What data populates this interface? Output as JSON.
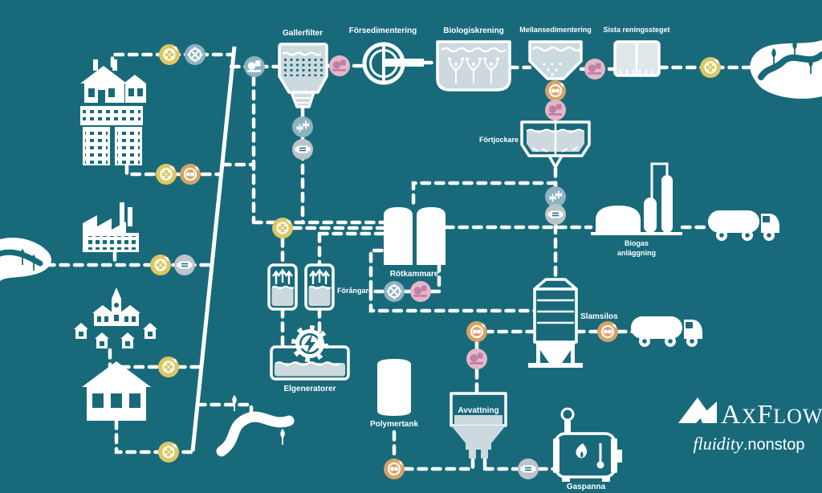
{
  "diagram": {
    "stages": {
      "gallerfilter": "Gallerfilter",
      "forsedimentering": "Försedimentering",
      "biologisk_rening": "Biologiskrening",
      "mellansedimentering": "Mellansedimentering",
      "sista_reningssteget": "Sista reningssteget",
      "fortjockare": "Förtjockare",
      "rotkammare": "Rötkammare",
      "forangare": "Förångare",
      "elgeneratorer": "Elgeneratorer",
      "biogas_anlaggning_line1": "Biogas",
      "biogas_anlaggning_line2": "anläggning",
      "slamsilos": "Slamsilos",
      "polymertank": "Polymertank",
      "avvattning": "Avvattning",
      "gaspanna": "Gaspanna"
    },
    "icons": {
      "grinder-icon": "#dcc763",
      "compressor-icon": "#dcc763",
      "valve-icon": "#8fb2c1",
      "chopper-pump-icon": "#8fb2c1",
      "macerator-icon": "#8fb2c1",
      "pump-icon": "#e5b6c9",
      "lobe-pump-icon": "#d8a264",
      "flow-meter-icon": "#bdc4c8"
    },
    "colors": {
      "background": "#186a7b",
      "line": "#ffffff",
      "tank_fill": "#ccd9df",
      "grinder_yellow": "#dcc763",
      "valve_blue": "#8fb2c1",
      "pump_pink": "#e5b6c9",
      "pump_pink_glyph": "#c07fa5",
      "lobe_orange": "#d8a264",
      "meter_gray": "#bdc4c8"
    }
  },
  "brand": {
    "wordmark": {
      "l1": "A",
      "l2": "X",
      "l3": "F",
      "l4": "LOW"
    },
    "tagline": {
      "italic": "fluidity",
      "regular": ".nonstop"
    }
  }
}
